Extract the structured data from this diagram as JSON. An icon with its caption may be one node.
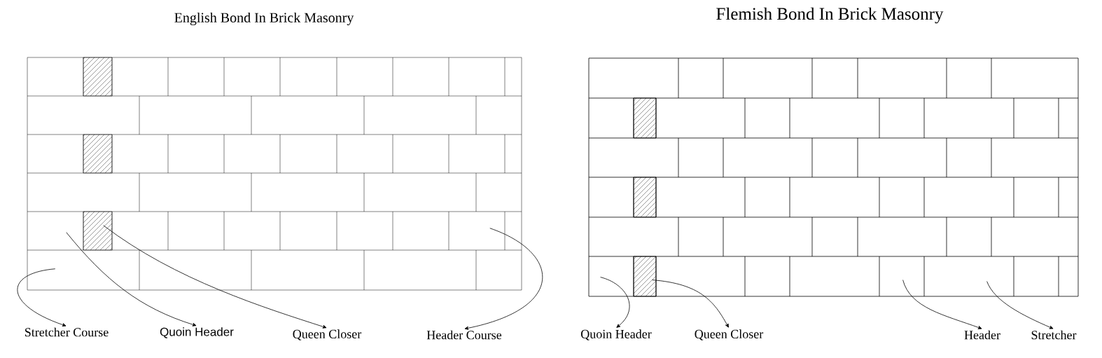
{
  "diagram": {
    "nodes": [
      {
        "text": [
          "English Bond In Brick Masonry"
        ]
      },
      {
        "text": [
          "Flemish Bond In Brick Masonry"
        ]
      },
      {
        "text": [
          "Stretcher Course"
        ]
      },
      {
        "text": [
          "Quoin Header"
        ]
      },
      {
        "text": [
          "Queen Closer"
        ]
      },
      {
        "text": [
          "Header Course"
        ]
      },
      {
        "text": [
          "Quoin Header"
        ]
      },
      {
        "text": [
          "Queen Closer"
        ]
      },
      {
        "text": [
          "Header"
        ]
      },
      {
        "text": [
          "Stretcher"
        ]
      }
    ],
    "edges": [
      {
        "from": 0,
        "to": 2,
        "arrow": "to"
      },
      {
        "from": 0,
        "to": 3,
        "arrow": "to"
      },
      {
        "from": 0,
        "to": 4,
        "arrow": "to"
      },
      {
        "from": 0,
        "to": 5,
        "arrow": "to"
      },
      {
        "from": 1,
        "to": 6,
        "arrow": "to"
      },
      {
        "from": 1,
        "to": 7,
        "arrow": "to"
      },
      {
        "from": 1,
        "to": 8,
        "arrow": "to"
      },
      {
        "from": 1,
        "to": 9,
        "arrow": "to"
      }
    ]
  }
}
